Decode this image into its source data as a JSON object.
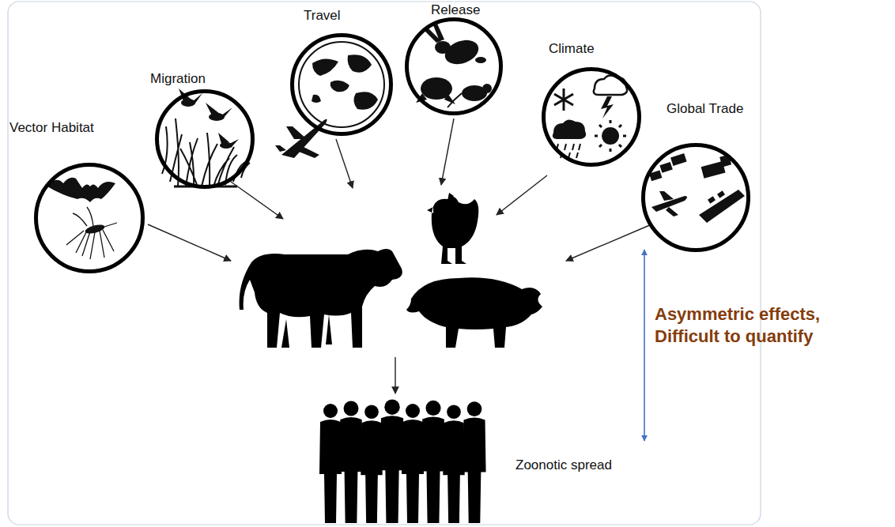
{
  "diagram": {
    "nodes": [
      {
        "text": [
          "Vector Habitat"
        ]
      },
      {
        "text": [
          "Migration"
        ]
      },
      {
        "text": [
          "Travel"
        ]
      },
      {
        "text": [
          "Release"
        ]
      },
      {
        "text": [
          "Climate"
        ]
      },
      {
        "text": [
          "Global Trade"
        ]
      }
    ],
    "labels": [
      "Zoonotic spread",
      "Asymmetric effects, Difficult to quantify"
    ]
  }
}
